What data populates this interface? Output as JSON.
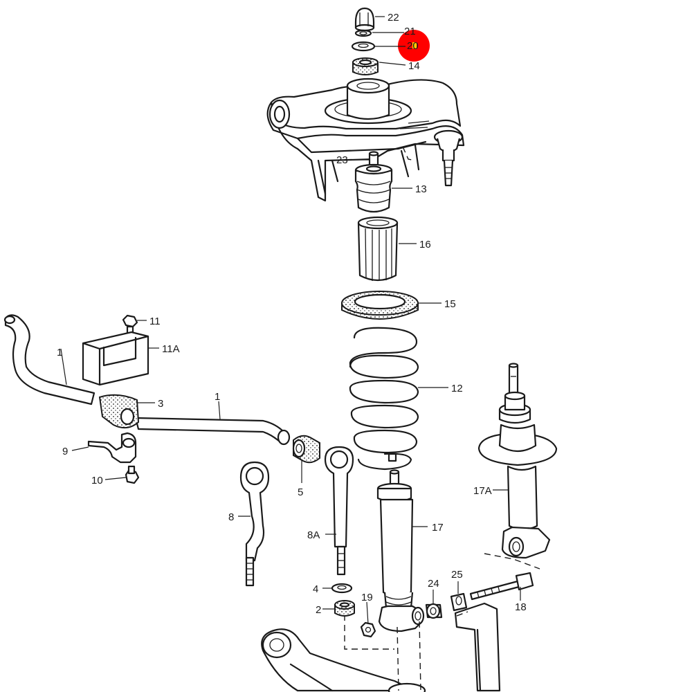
{
  "diagram": {
    "highlight_color": "#ff0000",
    "labels": {
      "l22": "22",
      "l21": "21",
      "l20": "20",
      "l14": "14",
      "l23": "23",
      "l13": "13",
      "l16": "16",
      "l15": "15",
      "l12": "12",
      "l11": "11",
      "l11a": "11A",
      "l3": "3",
      "l1a": "1",
      "l1b": "1",
      "l9": "9",
      "l10": "10",
      "l5": "5",
      "l8": "8",
      "l8a": "8A",
      "l17": "17",
      "l17a": "17A",
      "l4": "4",
      "l2": "2",
      "l19": "19",
      "l24": "24",
      "l25": "25",
      "l18": "18"
    }
  }
}
